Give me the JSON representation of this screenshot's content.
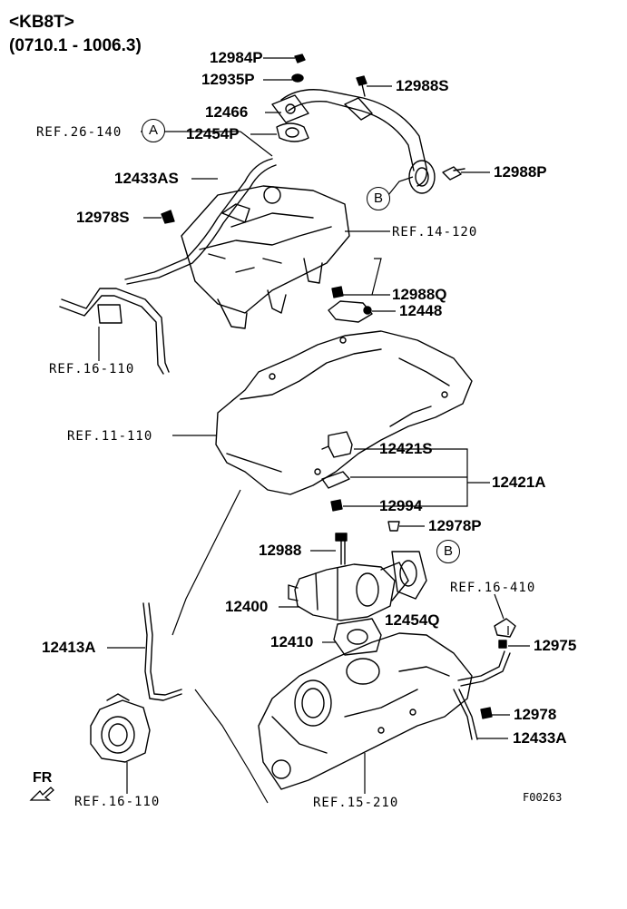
{
  "header": {
    "model": "<KB8T>",
    "range": "(0710.1 - 1006.3)"
  },
  "parts": {
    "p12984P": "12984P",
    "p12935P": "12935P",
    "p12988S": "12988S",
    "p12466": "12466",
    "p12454P": "12454P",
    "p12433AS": "12433AS",
    "p12988P": "12988P",
    "p12978S": "12978S",
    "p12988Q": "12988Q",
    "p12448": "12448",
    "p12421S": "12421S",
    "p12421A": "12421A",
    "p12994": "12994",
    "p12978P": "12978P",
    "p12988": "12988",
    "p12400": "12400",
    "p12454Q": "12454Q",
    "p12410": "12410",
    "p12975": "12975",
    "p12413A": "12413A",
    "p12978": "12978",
    "p12433A": "12433A"
  },
  "refs": {
    "r26_140": "REF.26-140",
    "r14_120": "REF.14-120",
    "r16_110a": "REF.16-110",
    "r11_110": "REF.11-110",
    "r16_410": "REF.16-410",
    "r16_110b": "REF.16-110",
    "r15_210": "REF.15-210"
  },
  "callouts": {
    "a": "A",
    "b1": "B",
    "b2": "B"
  },
  "front": "FR",
  "figure_code": "F00263"
}
